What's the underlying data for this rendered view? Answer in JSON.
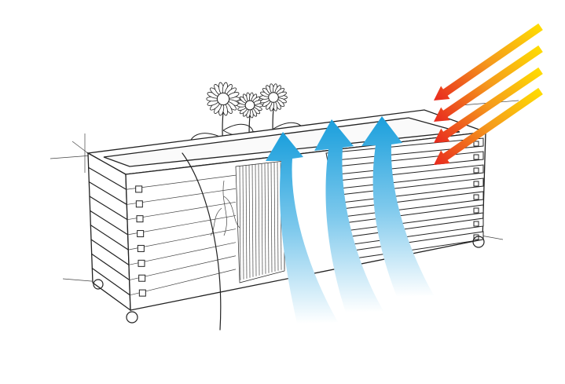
{
  "illustration": {
    "subject": "planter-box-airflow-sketch",
    "colors": {
      "airflow_top": "#1a9fdc",
      "airflow_bottom": "#e6f5fc",
      "heat_start": "#ffe000",
      "heat_end": "#e8281e",
      "line": "#222222",
      "background": "#ffffff"
    },
    "elements": [
      "planter-box",
      "sunflowers",
      "airflow-arrows",
      "heat-arrows",
      "wheels"
    ],
    "airflow_arrow_count": 3,
    "heat_arrow_count": 4
  }
}
